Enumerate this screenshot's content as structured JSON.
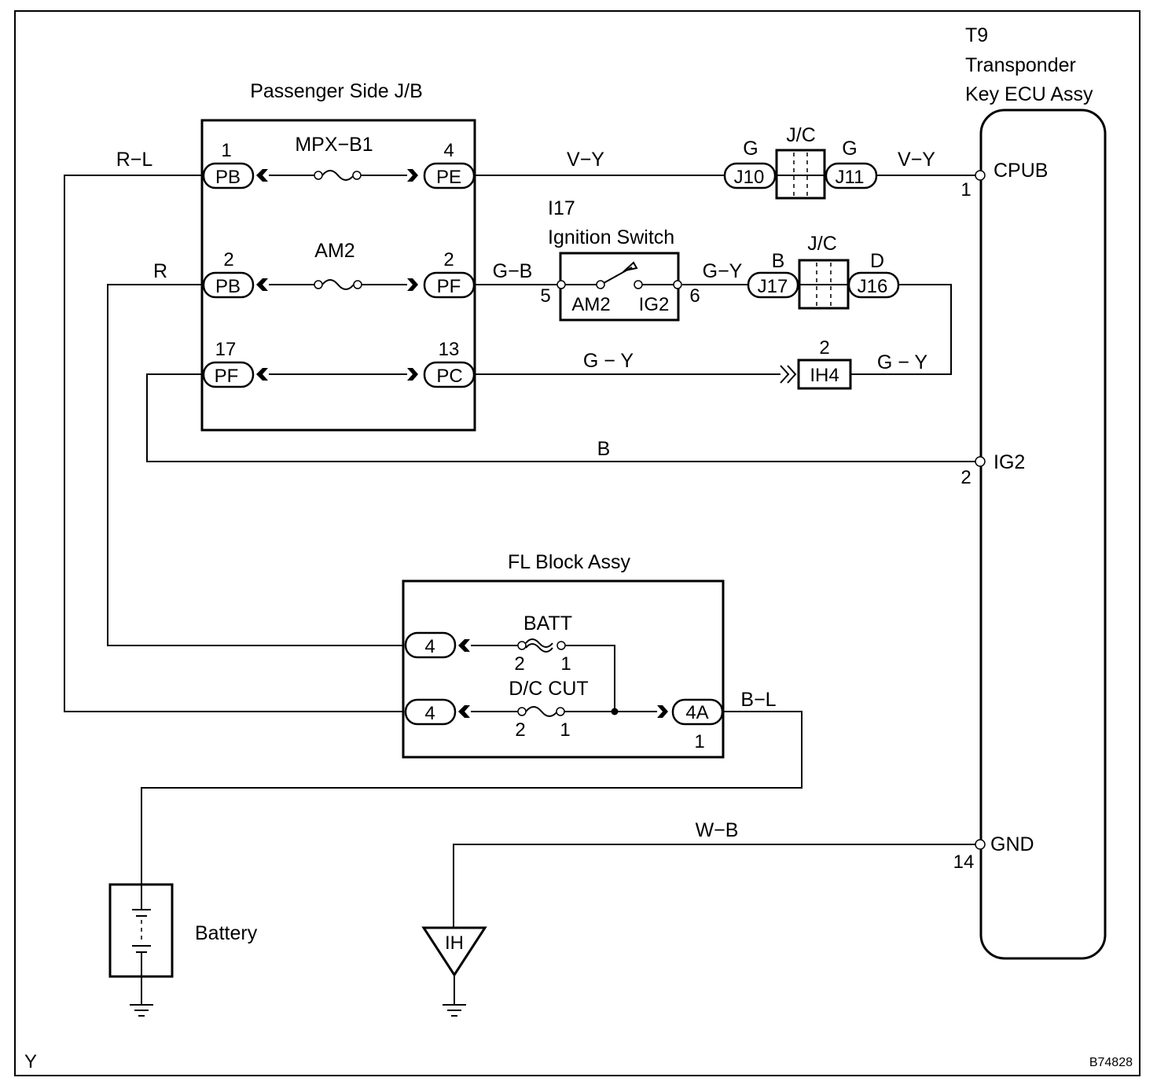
{
  "diagram": {
    "page_ref": "Y",
    "figure_code": "B74828",
    "ecu": {
      "code": "T9",
      "name_line1": "Transponder",
      "name_line2": "Key ECU Assy",
      "pins": [
        {
          "name": "CPUB",
          "number": "1"
        },
        {
          "name": "IG2",
          "number": "2"
        },
        {
          "name": "GND",
          "number": "14"
        }
      ]
    },
    "passenger_jb": {
      "title": "Passenger Side J/B",
      "rows": [
        {
          "left_pin": "1",
          "left_conn": "PB",
          "fuse": "MPX−B1",
          "right_pin": "4",
          "right_conn": "PE"
        },
        {
          "left_pin": "2",
          "left_conn": "PB",
          "fuse": "AM2",
          "right_pin": "2",
          "right_conn": "PF"
        },
        {
          "left_pin": "17",
          "left_conn": "PF",
          "fuse": "",
          "right_pin": "13",
          "right_conn": "PC"
        }
      ]
    },
    "ignition_switch": {
      "code": "I17",
      "name": "Ignition Switch",
      "terminal_am2": "AM2",
      "terminal_ig2": "IG2",
      "pin_left": "5",
      "pin_right": "6"
    },
    "junction_connectors": [
      {
        "label": "J/C",
        "left_conn": "J10",
        "left_color": "G",
        "right_conn": "J11",
        "right_color": "G"
      },
      {
        "label": "J/C",
        "left_conn": "J17",
        "left_color": "B",
        "right_conn": "J16",
        "right_color": "D"
      }
    ],
    "inline_connector": {
      "code": "IH4",
      "pin": "2"
    },
    "fl_block": {
      "title": "FL Block Assy",
      "batt_fuse": "BATT",
      "dc_cut_fuse": "D/C CUT",
      "conn_batt": "4",
      "conn_dc": "4",
      "conn_out": "4A",
      "out_pin": "1",
      "fuse_pin_left": "2",
      "fuse_pin_right": "1"
    },
    "battery": "Battery",
    "ground_ih": "IH",
    "wires": {
      "rl": "R−L",
      "vy1": "V−Y",
      "vy2": "V−Y",
      "r": "R",
      "gb": "G−B",
      "gy1": "G−Y",
      "gy2": "G − Y",
      "gy3": "G − Y",
      "b": "B",
      "bl": "B−L",
      "wb": "W−B"
    }
  }
}
